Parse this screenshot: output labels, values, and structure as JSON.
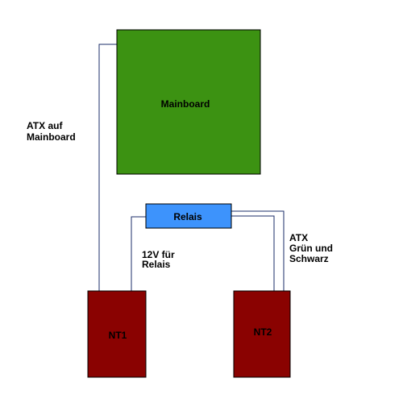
{
  "colors": {
    "mainboard": "#3c9212",
    "relais": "#3d93fc",
    "psu": "#8a0201",
    "wire": "#1b2e68",
    "border": "#000000"
  },
  "blocks": {
    "mainboard": {
      "label": "Mainboard"
    },
    "relais": {
      "label": "Relais"
    },
    "nt1": {
      "label": "NT1"
    },
    "nt2": {
      "label": "NT2"
    }
  },
  "labels": {
    "atx_mainboard": [
      "ATX auf",
      "Mainboard"
    ],
    "relais_power": [
      "12V für",
      "Relais"
    ],
    "atx_green_black": [
      "ATX",
      "Grün und",
      "Schwarz"
    ]
  }
}
